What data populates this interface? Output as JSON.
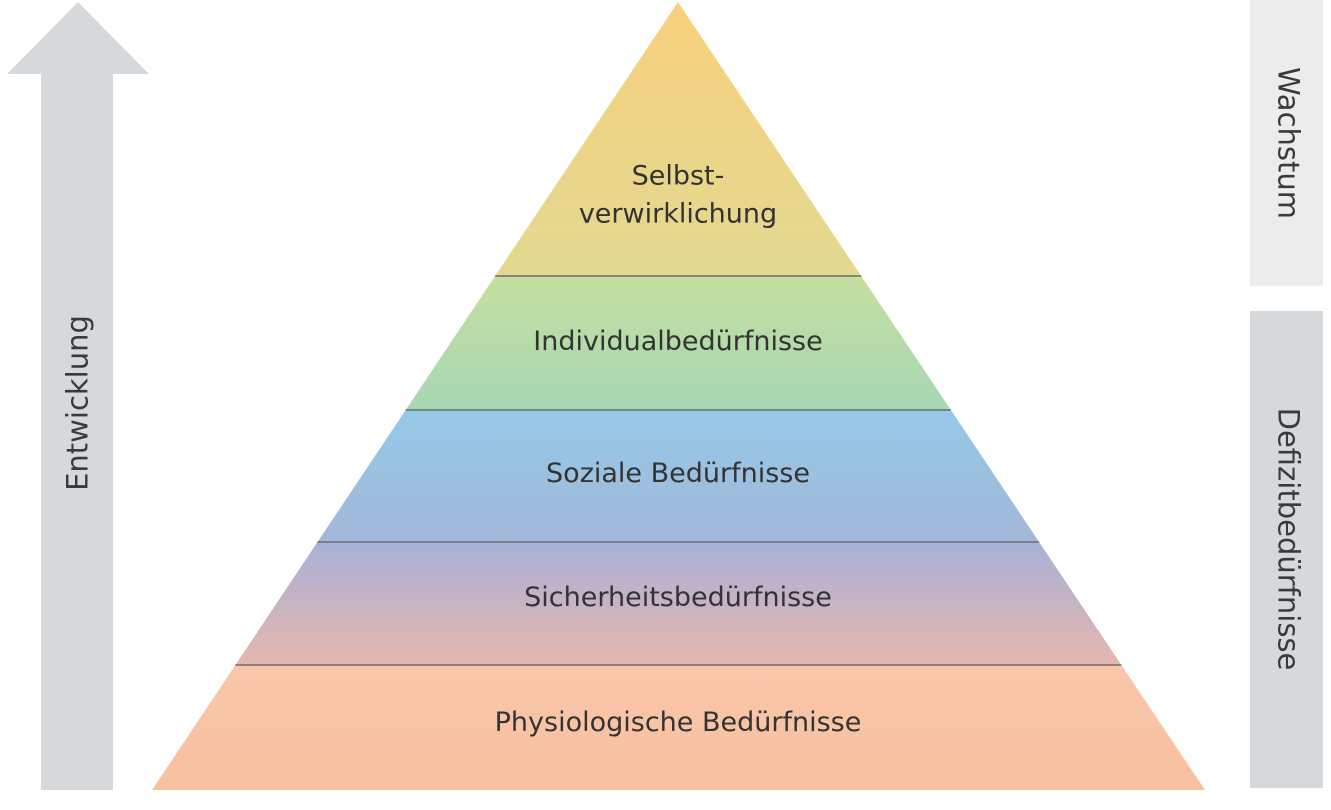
{
  "development_arrow": {
    "label": "Entwicklung",
    "color": "#d5d9dc"
  },
  "side_bars": [
    {
      "label": "Wachstum",
      "color": "#ececec"
    },
    {
      "label": "Defizitbedürfnisse",
      "color": "#d5d9dc"
    }
  ],
  "pyramid": {
    "levels": [
      {
        "lines": [
          "Selbst-",
          "verwirklichung"
        ],
        "colors": [
          "#f8d07d",
          "#e2d991"
        ]
      },
      {
        "lines": [
          "Individualbedürfnisse"
        ],
        "colors": [
          "#c6df9f",
          "#a6d7b5"
        ]
      },
      {
        "lines": [
          "Soziale Bedürfnisse"
        ],
        "colors": [
          "#95c9e6",
          "#a3b7da"
        ]
      },
      {
        "lines": [
          "Sicherheitsbedürfnisse"
        ],
        "colors": [
          "#a8b1d8",
          "#e6b6ad"
        ]
      },
      {
        "lines": [
          "Physiologische Bedürfnisse"
        ],
        "colors": [
          "#f9c6ab",
          "#f8c19f"
        ]
      }
    ],
    "divider_color": "#6d6d6d"
  }
}
